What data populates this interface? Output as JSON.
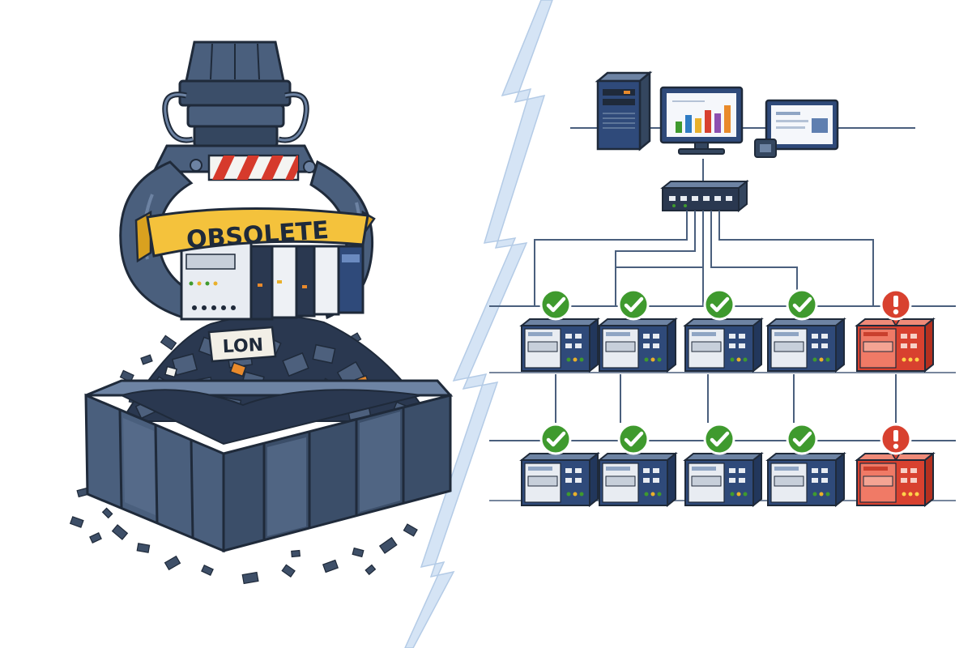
{
  "labels": {
    "obsolete": "OBSOLETE",
    "lon": "LON"
  },
  "colors": {
    "outline": "#1f2a3a",
    "steel": "#4a5f7d",
    "steel_dark": "#34465f",
    "steel_light": "#6d83a3",
    "banner": "#f4c23c",
    "ok_green": "#3f9a2e",
    "alert_red": "#d8412f",
    "device_blue": "#2f4a7a",
    "bolt": "#bcd3ee"
  },
  "network": {
    "rows": [
      {
        "nodes": [
          "ok",
          "ok",
          "ok",
          "ok",
          "alert"
        ]
      },
      {
        "nodes": [
          "ok",
          "ok",
          "ok",
          "ok",
          "alert"
        ]
      }
    ]
  },
  "icons": {
    "left": [
      "scrap-grapple-icon",
      "scrap-bin-icon"
    ],
    "right": [
      "server-tower-icon",
      "monitor-chart-icon",
      "monitor-dashboard-icon",
      "network-switch-icon",
      "controller-icon",
      "checkmark-icon",
      "alert-icon"
    ]
  }
}
